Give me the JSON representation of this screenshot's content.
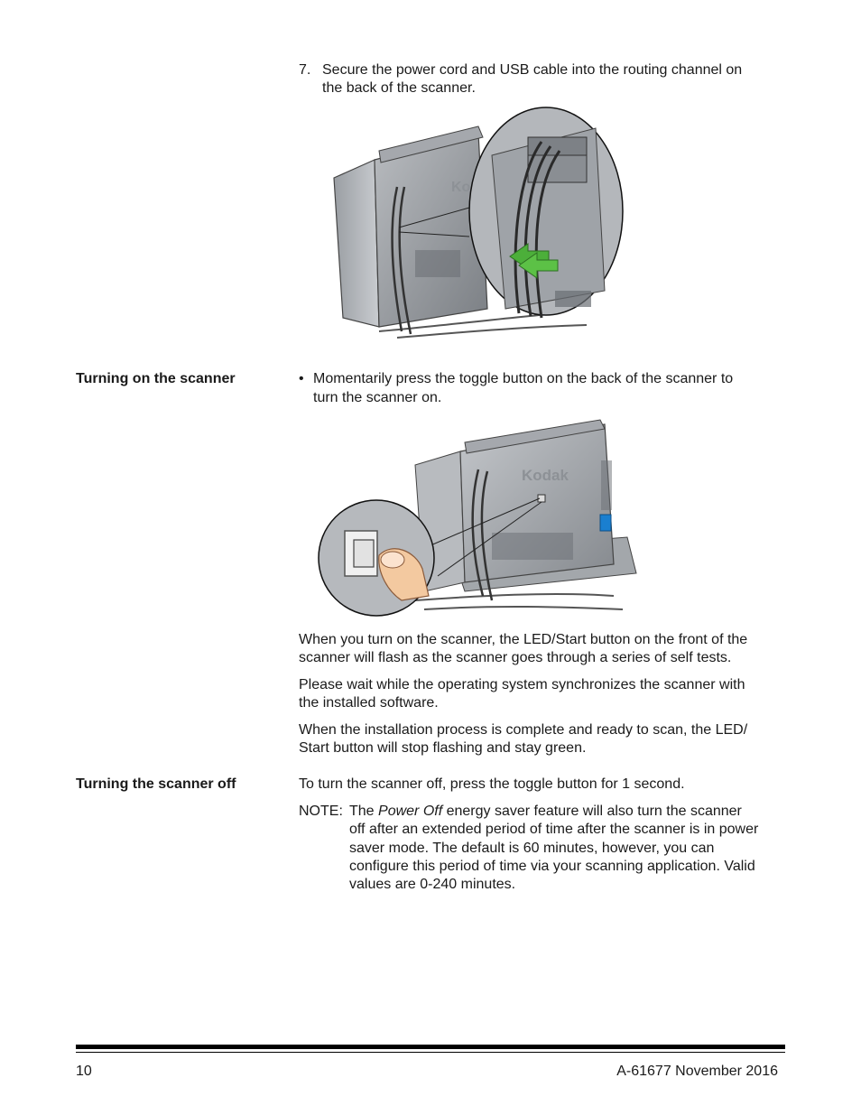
{
  "step7": {
    "number": "7.",
    "line1": "Secure the power cord and USB cable into the routing channel on",
    "line2": "the back of the scanner."
  },
  "figure1": {
    "brand": "Kodak"
  },
  "turning_on": {
    "heading": "Turning on the scanner",
    "bullet": "•",
    "line1": "Momentarily press the toggle button on the back of the scanner to",
    "line2": "turn the scanner on."
  },
  "figure2": {
    "brand": "Kodak"
  },
  "paragraphs": [
    {
      "line1": "When you turn on the scanner, the LED/Start button on the front of the",
      "line2": "scanner will flash as the scanner goes through a series of self tests."
    },
    {
      "line1": "Please wait while the operating system synchronizes the scanner with",
      "line2": "the installed software."
    },
    {
      "line1": "When the installation process is complete and ready to scan, the LED/",
      "line2": "Start button will stop flashing and stay green."
    }
  ],
  "turning_off": {
    "heading": "Turning the scanner off",
    "text": "To turn the scanner off, press the toggle button for 1 second."
  },
  "note": {
    "label": "NOTE:",
    "pre": "The ",
    "emph": "Power Off",
    "post": " energy saver feature will also turn the scanner",
    "lines": [
      "off after an extended period of time after the scanner is in power",
      "saver mode. The default is 60 minutes, however, you can",
      "configure this period of time via your scanning application. Valid",
      "values are 0-240 minutes."
    ]
  },
  "footer": {
    "page_number": "10",
    "doc_info": "A-61677  November 2016"
  }
}
